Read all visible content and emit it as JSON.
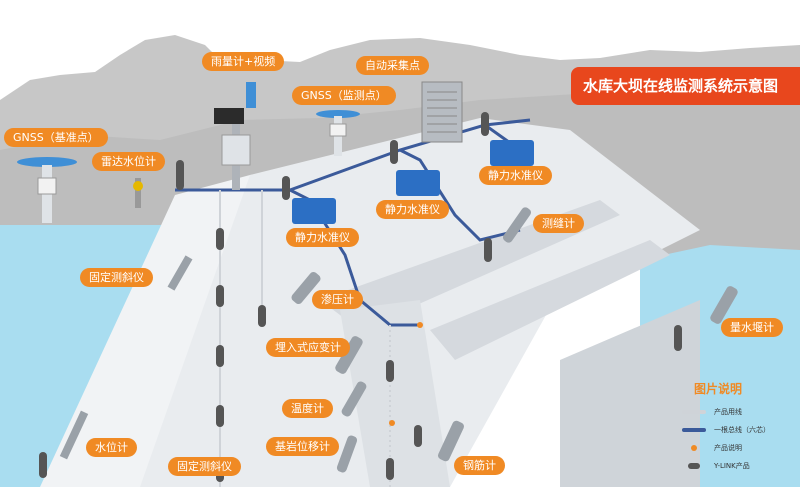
{
  "title": "水库大坝在线监测系统示意图",
  "labels": [
    {
      "id": "rain",
      "text": "雨量计+视频"
    },
    {
      "id": "collect",
      "text": "自动采集点"
    },
    {
      "id": "gnss_monitor",
      "text": "GNSS（监测点）"
    },
    {
      "id": "gnss_base",
      "text": "GNSS（基准点）"
    },
    {
      "id": "radar",
      "text": "雷达水位计"
    },
    {
      "id": "static1",
      "text": "静力水准仪"
    },
    {
      "id": "static2",
      "text": "静力水准仪"
    },
    {
      "id": "static3",
      "text": "静力水准仪"
    },
    {
      "id": "crack",
      "text": "测缝计"
    },
    {
      "id": "incl1",
      "text": "固定测斜仪"
    },
    {
      "id": "piezo",
      "text": "渗压计"
    },
    {
      "id": "strain",
      "text": "埋入式应变计"
    },
    {
      "id": "weir",
      "text": "量水堰计"
    },
    {
      "id": "temp",
      "text": "温度计"
    },
    {
      "id": "waterlevel",
      "text": "水位计"
    },
    {
      "id": "bedrock",
      "text": "基岩位移计"
    },
    {
      "id": "incl2",
      "text": "固定测斜仪"
    },
    {
      "id": "rebar",
      "text": "钢筋计"
    }
  ],
  "legend": {
    "title": "图片说明",
    "items": [
      {
        "text": "产品用线",
        "kind": "line",
        "color": "#cfd3d8"
      },
      {
        "text": "一根总线（六芯）",
        "kind": "line",
        "color": "#3b5a9a"
      },
      {
        "text": "产品说明",
        "kind": "dot",
        "color": "#f08a24"
      },
      {
        "text": "Y-LINK产品",
        "kind": "pill",
        "color": "#555555"
      }
    ]
  },
  "colors": {
    "accent": "#f08a24",
    "title_bg": "#e8471d",
    "bus": "#3b5a9a",
    "water": "#a9ddf0",
    "mountain": "#c9c9c9",
    "dam": "#e9ecef"
  }
}
